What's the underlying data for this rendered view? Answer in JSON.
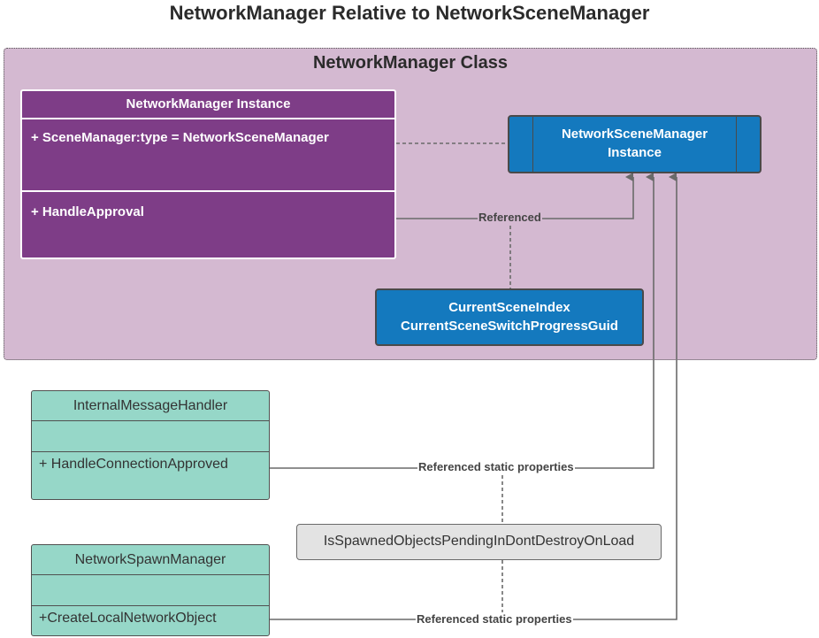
{
  "title": "NetworkManager Relative to NetworkSceneManager",
  "network_manager_class": {
    "label": "NetworkManager Class",
    "instance": {
      "header": "NetworkManager Instance",
      "field": "+ SceneManager:type = NetworkSceneManager",
      "method": "+ HandleApproval"
    },
    "scene_manager_instance": {
      "line1": "NetworkSceneManager",
      "line2": "Instance"
    },
    "scene_properties": {
      "line1": "CurrentSceneIndex",
      "line2": "CurrentSceneSwitchProgressGuid"
    }
  },
  "internal_message_handler": {
    "header": "InternalMessageHandler",
    "method": "+ HandleConnectionApproved"
  },
  "network_spawn_manager": {
    "header": "NetworkSpawnManager",
    "method": "+CreateLocalNetworkObject"
  },
  "pending_property": "IsSpawnedObjectsPendingInDontDestroyOnLoad",
  "edges": {
    "referenced": "Referenced",
    "referenced_static_1": "Referenced static properties",
    "referenced_static_2": "Referenced static properties"
  },
  "colors": {
    "class_region": "#d4b9d1",
    "purple": "#7e3d87",
    "blue": "#1479be",
    "teal": "#96d7c8",
    "grey": "#e3e3e3"
  }
}
